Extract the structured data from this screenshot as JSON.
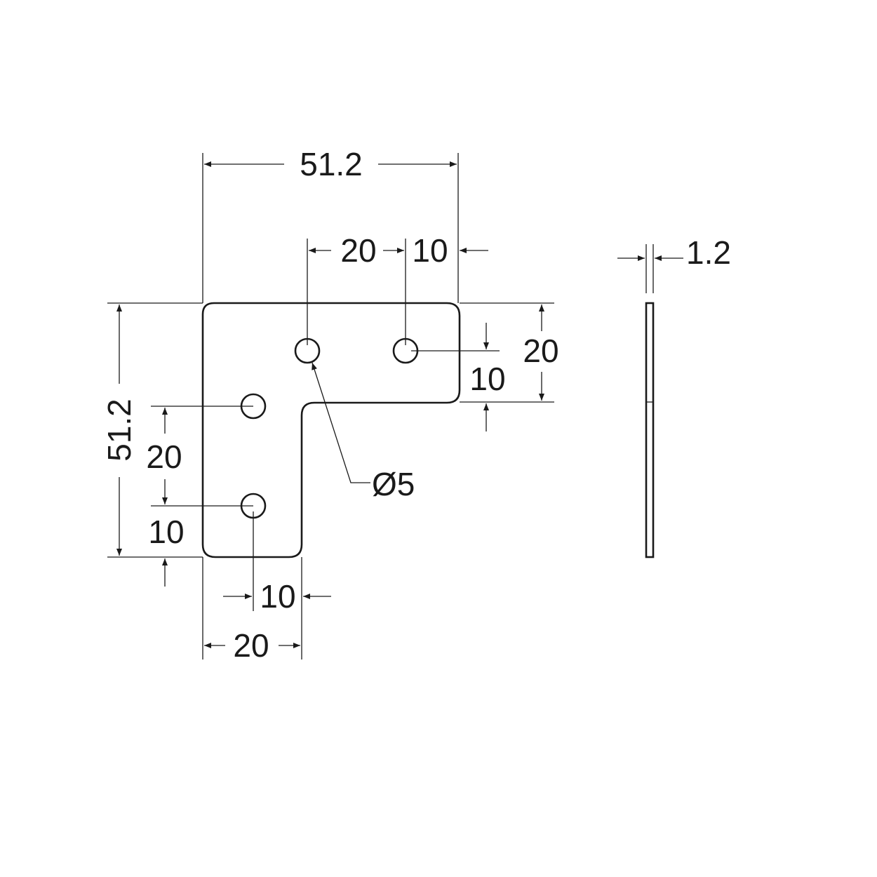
{
  "drawing": {
    "top_overall_width": "51.2",
    "top_hole_spacing": "20",
    "top_hole_edge_offset": "10",
    "left_overall_height": "51.2",
    "left_hole_spacing": "20",
    "left_hole_edge_offset": "10",
    "arm_width_right": "20",
    "arm_hole_offset_right": "10",
    "arm_width_bottom": "20",
    "arm_hole_offset_bottom": "10",
    "hole_diameter": "Ø5",
    "thickness": "1.2"
  }
}
